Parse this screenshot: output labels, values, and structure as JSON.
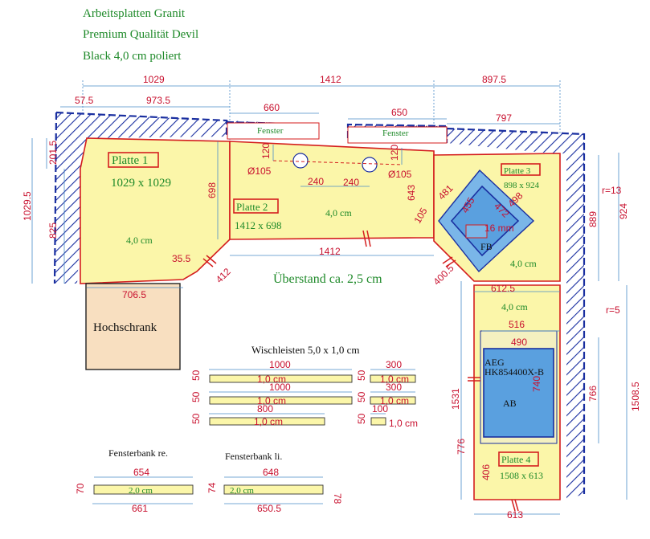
{
  "header": {
    "line1": "Arbeitsplatten Granit",
    "line2": "Premium Qualität Devil",
    "line3": "Black 4,0 cm poliert"
  },
  "top_dims": {
    "d1": "1029",
    "d2": "1412",
    "d3": "897.5"
  },
  "plates": {
    "p1": {
      "label": "Platte 1",
      "size": "1029 x 1029",
      "thick": "4,0 cm"
    },
    "p2": {
      "label": "Platte 2",
      "size": "1412 x 698",
      "thick": "4,0 cm"
    },
    "p3": {
      "label": "Platte 3",
      "size": "898 x 924",
      "thick": "4,0 cm"
    },
    "p4": {
      "label": "Platte 4",
      "size": "1508 x 613",
      "thick": "4,0 cm"
    }
  },
  "windows": {
    "w1": "Fenster",
    "w2": "Fenster"
  },
  "dims": {
    "d575": "57.5",
    "d9735": "973.5",
    "d660": "660",
    "d650": "650",
    "d797": "797",
    "d2015": "201.5",
    "d10295": "1029.5",
    "d825": "825",
    "d698": "698",
    "d120a": "120",
    "d120b": "120",
    "d105a": "Ø105",
    "d105b": "Ø105",
    "d240a": "240",
    "d240b": "240",
    "d643": "643",
    "d105c": "105",
    "d481": "481",
    "d455": "455",
    "d498": "498",
    "d472": "472",
    "d16mm": "16 mm",
    "fb": "FB",
    "r13": "r=13",
    "d889": "889",
    "d924": "924",
    "d355": "35.5",
    "d412": "412",
    "d1412b": "1412",
    "d4005": "400.5",
    "d7065": "706.5",
    "d6125": "612.5",
    "r5": "r=5",
    "d516": "516",
    "d490": "490",
    "aeg1": "AEG",
    "aeg2": "HK854400X-B",
    "d740": "740",
    "ab": "AB",
    "d766": "766",
    "d15085": "1508.5",
    "d1531": "1531",
    "d776": "776",
    "d406": "406",
    "d613": "613"
  },
  "overhang": "Überstand ca. 2,5 cm",
  "cabinet": "Hochschrank",
  "strips": {
    "title": "Wischleisten 5,0 x 1,0 cm",
    "items": [
      {
        "len": "1000",
        "h": "50",
        "label": "1,0 cm"
      },
      {
        "len": "1000",
        "h": "50",
        "label": "1,0 cm"
      },
      {
        "len": "800",
        "h": "50",
        "label": "1,0 cm"
      },
      {
        "len": "300",
        "h": "50",
        "label": "1,0 cm"
      },
      {
        "len": "300",
        "h": "50",
        "label": "1,0 cm"
      },
      {
        "len": "100",
        "h": "50",
        "label": "1,0 cm"
      }
    ]
  },
  "sills": {
    "right": {
      "title": "Fensterbank re.",
      "top": "654",
      "bottom": "661",
      "h": "70",
      "thick": "2,0 cm"
    },
    "left": {
      "title": "Fensterbank li.",
      "top": "648",
      "bottom": "650.5",
      "hl": "74",
      "hr": "78",
      "thick": "2,0 cm"
    }
  }
}
